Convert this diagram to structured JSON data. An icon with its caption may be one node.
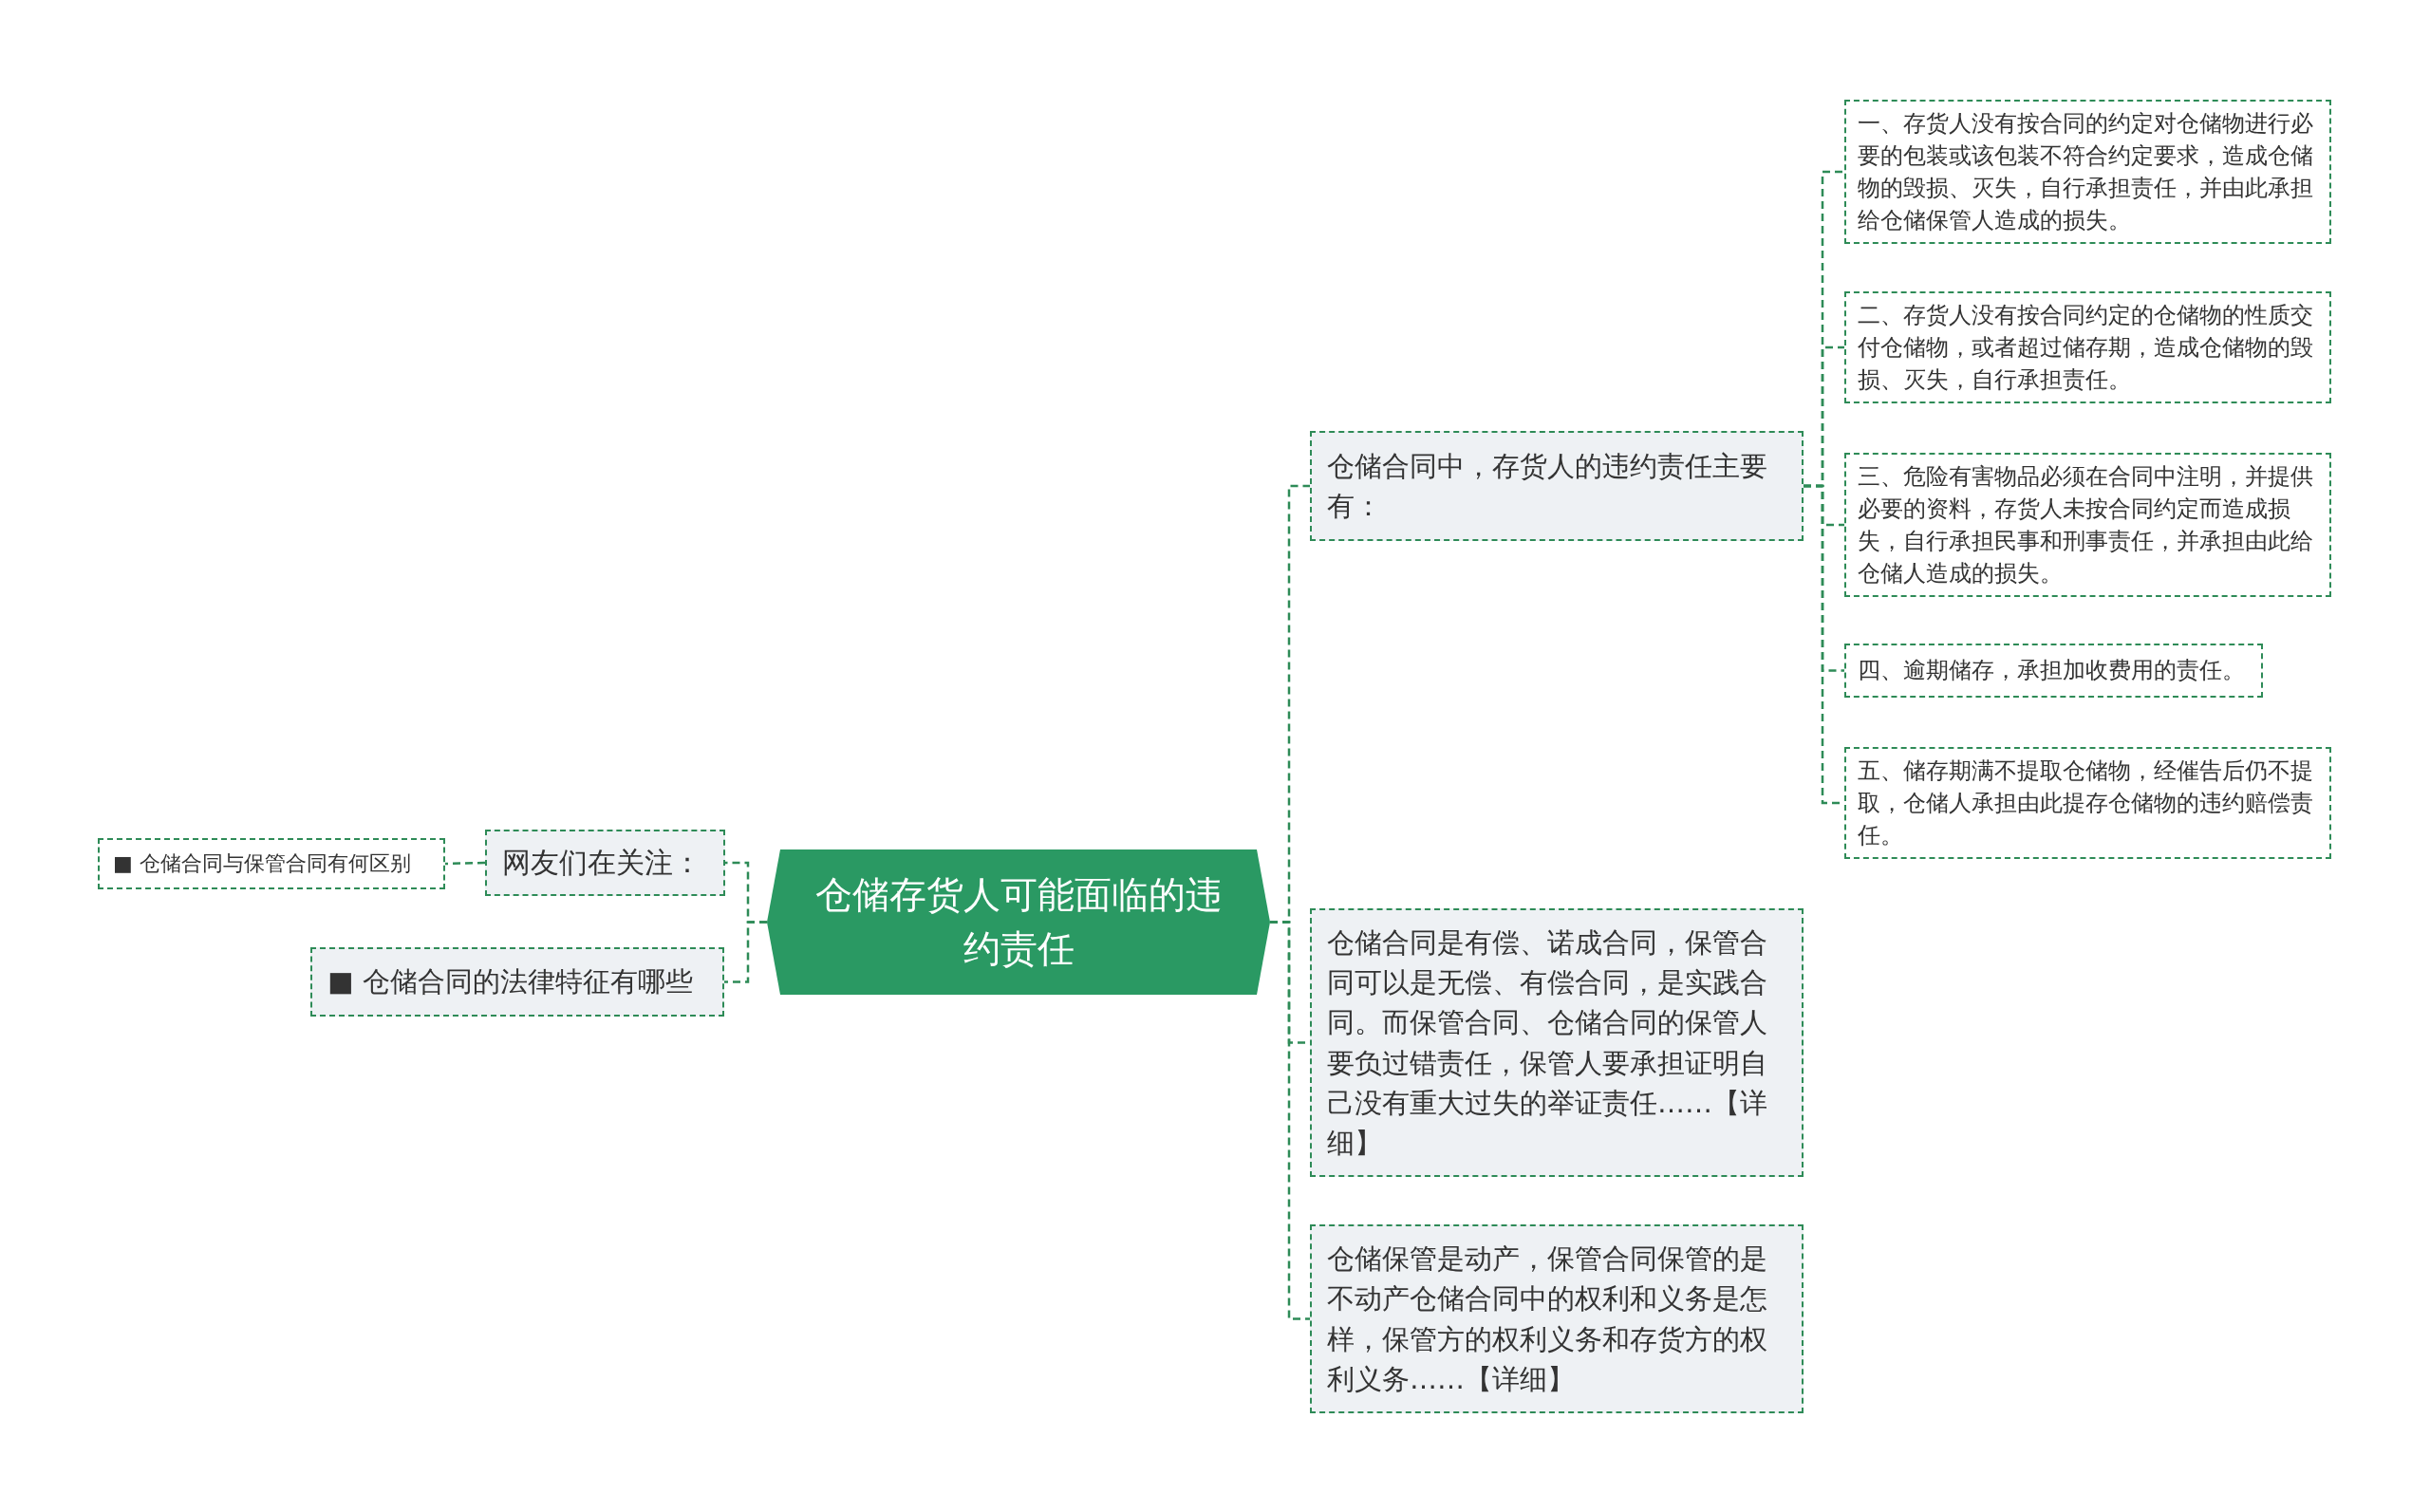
{
  "diagram": {
    "nodes": [
      {
        "text": [
          "仓储存货人可能面临的违约责任"
        ]
      },
      {
        "text": [
          "网友们在关注："
        ]
      },
      {
        "text": [
          "■ 仓储合同与保管合同有何区别"
        ]
      },
      {
        "text": [
          "■ 仓储合同的法律特征有哪些"
        ]
      },
      {
        "text": [
          "仓储合同中，存货人的违约责任主要有："
        ]
      },
      {
        "text": [
          "一、存货人没有按合同的约定对仓储物进行必要的包装或该包装不符合约定要求，造成仓储物的毁损、灭失，自行承担责任，并由此承担给仓储保管人造成的损失。"
        ]
      },
      {
        "text": [
          "二、存货人没有按合同约定的仓储物的性质交付仓储物，或者超过储存期，造成仓储物的毁损、灭失，自行承担责任。"
        ]
      },
      {
        "text": [
          "三、危险有害物品必须在合同中注明，并提供必要的资料，存货人未按合同约定而造成损失，自行承担民事和刑事责任，并承担由此给仓储人造成的损失。"
        ]
      },
      {
        "text": [
          "四、逾期储存，承担加收费用的责任。"
        ]
      },
      {
        "text": [
          "五、储存期满不提取仓储物，经催告后仍不提取，仓储人承担由此提存仓储物的违约赔偿责任。"
        ]
      },
      {
        "text": [
          "仓储合同是有偿、诺成合同，保管合同可以是无偿、有偿合同，是实践合同。而保管合同、仓储合同的保管人要负过错责任，保管人要承担证明自己没有重大过失的举证责任……【详细】"
        ]
      },
      {
        "text": [
          "仓储保管是动产，保管合同保管的是不动产仓储合同中的权利和义务是怎样，保管方的权利义务和存货方的权利义务……【详细】"
        ]
      }
    ],
    "edges": [
      {
        "from": 0,
        "to": 1,
        "arrow": "none"
      },
      {
        "from": 1,
        "to": 2,
        "arrow": "none"
      },
      {
        "from": 0,
        "to": 3,
        "arrow": "none"
      },
      {
        "from": 0,
        "to": 4,
        "arrow": "none"
      },
      {
        "from": 4,
        "to": 5,
        "arrow": "none"
      },
      {
        "from": 4,
        "to": 6,
        "arrow": "none"
      },
      {
        "from": 4,
        "to": 7,
        "arrow": "none"
      },
      {
        "from": 4,
        "to": 8,
        "arrow": "none"
      },
      {
        "from": 4,
        "to": 9,
        "arrow": "none"
      },
      {
        "from": 0,
        "to": 10,
        "arrow": "none"
      },
      {
        "from": 0,
        "to": 11,
        "arrow": "none"
      }
    ]
  }
}
